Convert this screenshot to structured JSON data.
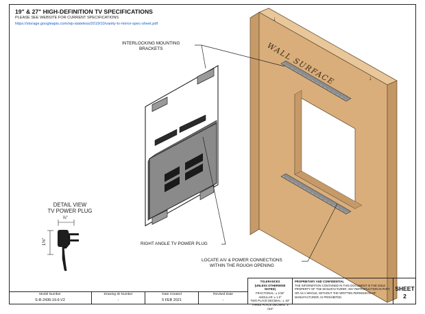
{
  "header": {
    "title": "19\" & 27\" HIGH-DEFINITION TV SPECIFICATIONS",
    "subtitle": "PLEASE SEE WEBSITE FOR CURRENT SPECIFICATIONS",
    "url": "https://storage.googleapis.com/wp-stateless/2019/10/vanity-tv-mirror-spec-sheet.pdf"
  },
  "callouts": {
    "brackets": "INTERLOCKING MOUNTING\nBRACKETS",
    "power_plug": "RIGHT ANGLE TV POWER PLUG",
    "locate": "LOCATE A/V & POWER CONNECTIONS\nWITHIN THE ROUGH OPENING",
    "wall_surface": "WALL SURFACE"
  },
  "detail_view": {
    "title": "DETAIL VIEW\nTV POWER PLUG",
    "dim_width": "⅞\"",
    "dim_height": "1⅝\""
  },
  "title_block": {
    "model_number_label": "Model Number",
    "model_number": "S-R-2436-19.6-V2",
    "drawing_id_label": "Drawing ID Number",
    "drawing_id": "-",
    "date_created_label": "Date Created",
    "date_created": "5 FEB 2021",
    "revised_date_label": "Revised Date",
    "revised_date": "-",
    "tolerances_title": "TOLERANCES",
    "tolerances_sub": "(UNLESS OTHERWISE NOTED)",
    "tol_fractional": "FRACTIONAL: ± 1/16\"",
    "tol_angular": "ANGULAR: ± 1.0°",
    "tol_two_place": "TWO PLACE DECIMAL: ± .02\"",
    "tol_three_place": "THREE PLACE DECIMAL: ± .010\"",
    "proprietary_title": "PROPRIETARY AND CONFIDENTIAL",
    "proprietary_text": "THE INFORMATION CONTAINED IN THIS DOCUMENT IS THE SOLE PROPERTY OF THE MANUFACTURER. ANY REPRODUCTION IN PART, OR AS A WHOLE, WITHOUT THE WRITTEN PERMISSION OF MANUFACTURER, IS PROHIBITED.",
    "sheet_label": "SHEET",
    "sheet_number": "2"
  }
}
